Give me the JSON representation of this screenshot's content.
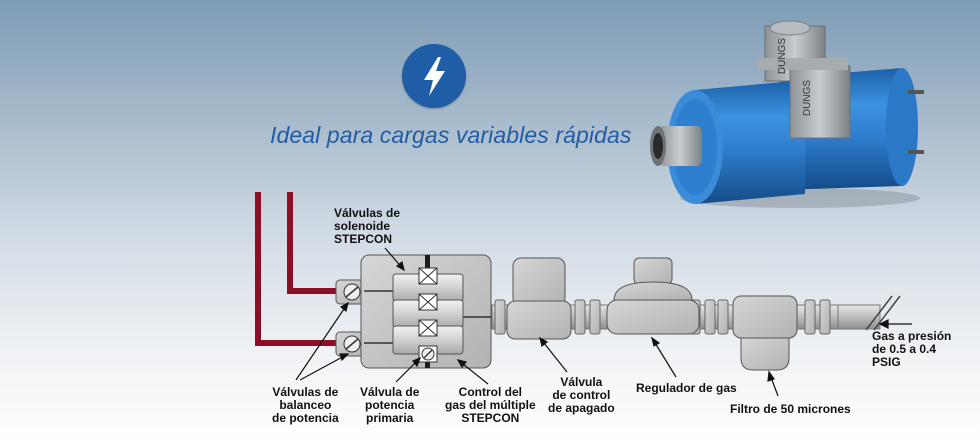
{
  "tagline": "Ideal para cargas variables rápidas",
  "badge_icon": "lightning-bolt-icon",
  "product_image": {
    "brand_label": "DUNGS",
    "colors": {
      "body": "#2f7fd0",
      "valve": "#9aa0a4"
    }
  },
  "colors": {
    "accent_blue": "#1f5da6",
    "gas_line_red": "#8a1028",
    "component_gray": "#c4c4c4"
  },
  "labels": {
    "solenoid_valves": "Válvulas de\nsolenoide\nSTEPCON",
    "balance_valves": "Válvulas de\nbalanceo\nde potencia",
    "primary_valve": "Válvula de\npotencia\nprimaria",
    "manifold_control": "Control del\ngas del múltiple\nSTEPCON",
    "shutoff_valve": "Válvula\nde control\nde apagado",
    "gas_regulator": "Regulador de gas",
    "filter": "Filtro de 50 micrones",
    "gas_inlet": "Gas a presión\nde 0.5 a 0.4\nPSIG"
  }
}
